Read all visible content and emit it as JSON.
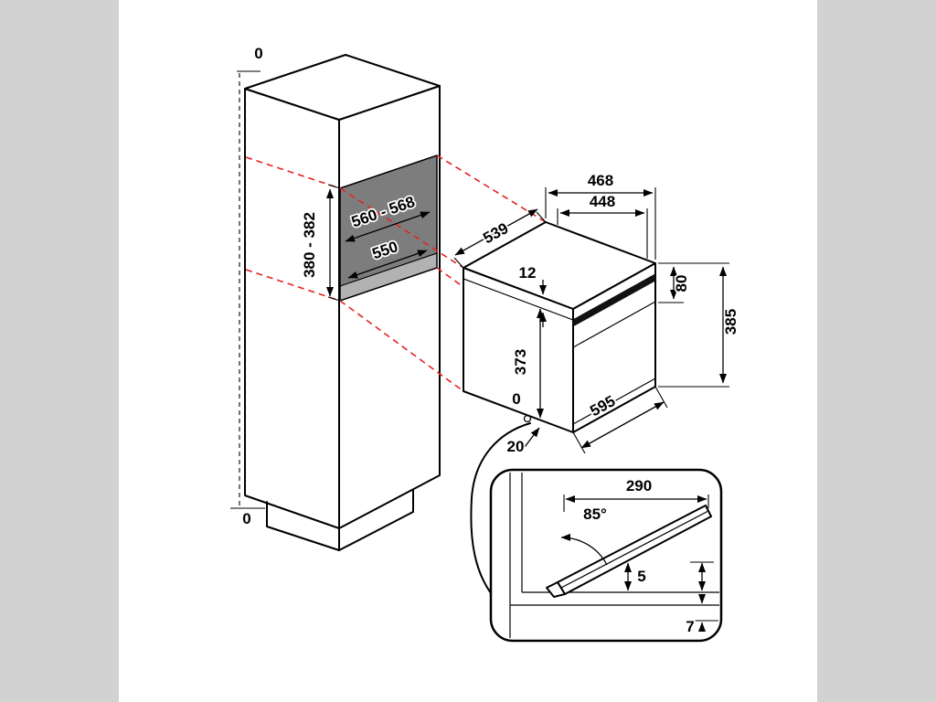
{
  "colors": {
    "page_margin": "#d2d2d2",
    "canvas": "#ffffff",
    "line": "#000000",
    "projection_red": "#e42320",
    "niche_back": "#7d7d7d",
    "niche_floor": "#b2b2b2"
  },
  "cabinet": {
    "top_clearance": "0",
    "bottom_clearance": "0",
    "niche_width": "560 - 568",
    "niche_depth": "550",
    "niche_height": "380 - 382"
  },
  "oven": {
    "top_depth": "539",
    "depth_overall": "468",
    "depth_body": "448",
    "top_inset": "12",
    "fascia_height": "80",
    "height": "385",
    "front_height": "373",
    "width": "595",
    "bottom_gap": "0",
    "hinge_clearance": "20"
  },
  "door_detail": {
    "door_height": "290",
    "opening_angle": "85°",
    "edge_gap": "5",
    "overhang": "7"
  }
}
